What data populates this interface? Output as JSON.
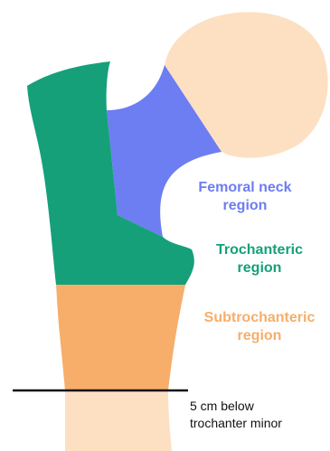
{
  "colors": {
    "head": "#fde0c2",
    "neck": "#6d7df2",
    "trochanteric": "#15a07a",
    "subtrochanteric": "#f6ae6a",
    "shaft": "#fde0c2",
    "line": "#111111"
  },
  "labels": {
    "neck": {
      "line1": "Femoral neck",
      "line2": "region"
    },
    "trochanteric": {
      "line1": "Trochanteric",
      "line2": "region"
    },
    "subtrochanteric": {
      "line1": "Subtrochanteric",
      "line2": "region"
    },
    "marker": {
      "line1": "5 cm below",
      "line2": "trochanter minor"
    }
  }
}
